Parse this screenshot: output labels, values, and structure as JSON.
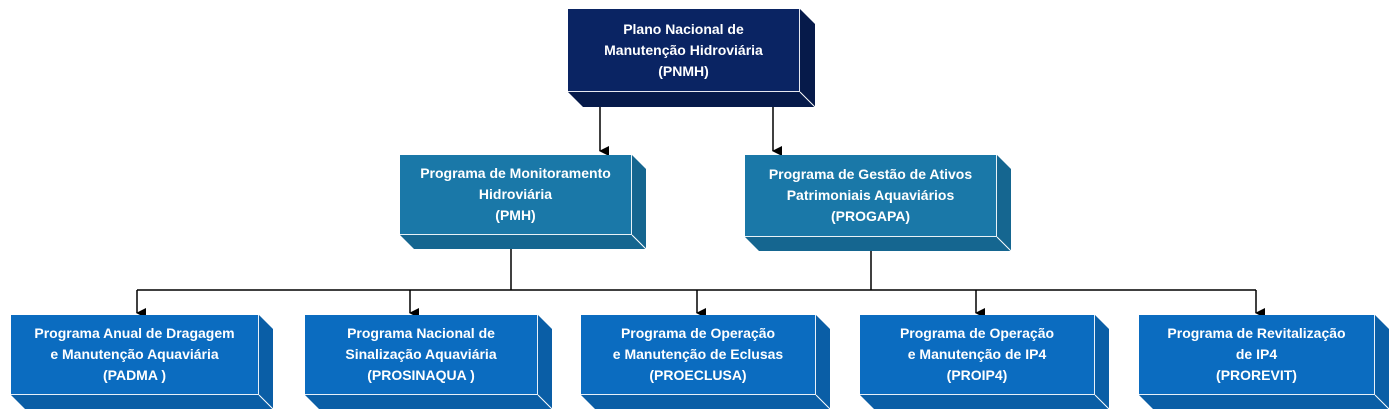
{
  "diagram": {
    "type": "org-chart",
    "colors": {
      "level0_face": "#0a2463",
      "level0_side": "#061a4a",
      "level1_face": "#1a78a8",
      "level1_side": "#156690",
      "level2_face": "#0b6cc0",
      "level2_side": "#0a5ea6",
      "connector": "#000000"
    },
    "root": {
      "id": "pnmh",
      "label": "Plano Nacional de\nManutenção Hidroviária\n(PNMH)"
    },
    "programs": [
      {
        "id": "pmh",
        "parent": "pnmh",
        "label": "Programa de Monitoramento\nHidroviária\n(PMH)"
      },
      {
        "id": "progapa",
        "parent": "pnmh",
        "label": "Programa de Gestão de Ativos\nPatrimoniais Aquaviários\n(PROGAPA)"
      }
    ],
    "subprograms": [
      {
        "id": "padma",
        "label": "Programa Anual de Dragagem\ne Manutenção Aquaviária\n(PADMA )"
      },
      {
        "id": "prosinaqua",
        "label": "Programa Nacional de\nSinalização Aquaviária\n(PROSINAQUA )"
      },
      {
        "id": "proeclusa",
        "label": "Programa de Operação\ne Manutenção de Eclusas\n(PROECLUSA)"
      },
      {
        "id": "proip4",
        "label": "Programa de Operação\ne Manutenção de IP4\n(PROIP4)"
      },
      {
        "id": "prorevit",
        "label": "Programa de Revitalização\nde IP4\n(PROREVIT)"
      }
    ],
    "edges": [
      [
        "pnmh",
        "pmh"
      ],
      [
        "pnmh",
        "progapa"
      ],
      [
        "pmh",
        "padma"
      ],
      [
        "pmh",
        "prosinaqua"
      ],
      [
        "pmh",
        "proeclusa"
      ],
      [
        "pmh",
        "proip4"
      ],
      [
        "pmh",
        "prorevit"
      ],
      [
        "progapa",
        "padma"
      ],
      [
        "progapa",
        "prosinaqua"
      ],
      [
        "progapa",
        "proeclusa"
      ],
      [
        "progapa",
        "proip4"
      ],
      [
        "progapa",
        "prorevit"
      ]
    ]
  }
}
